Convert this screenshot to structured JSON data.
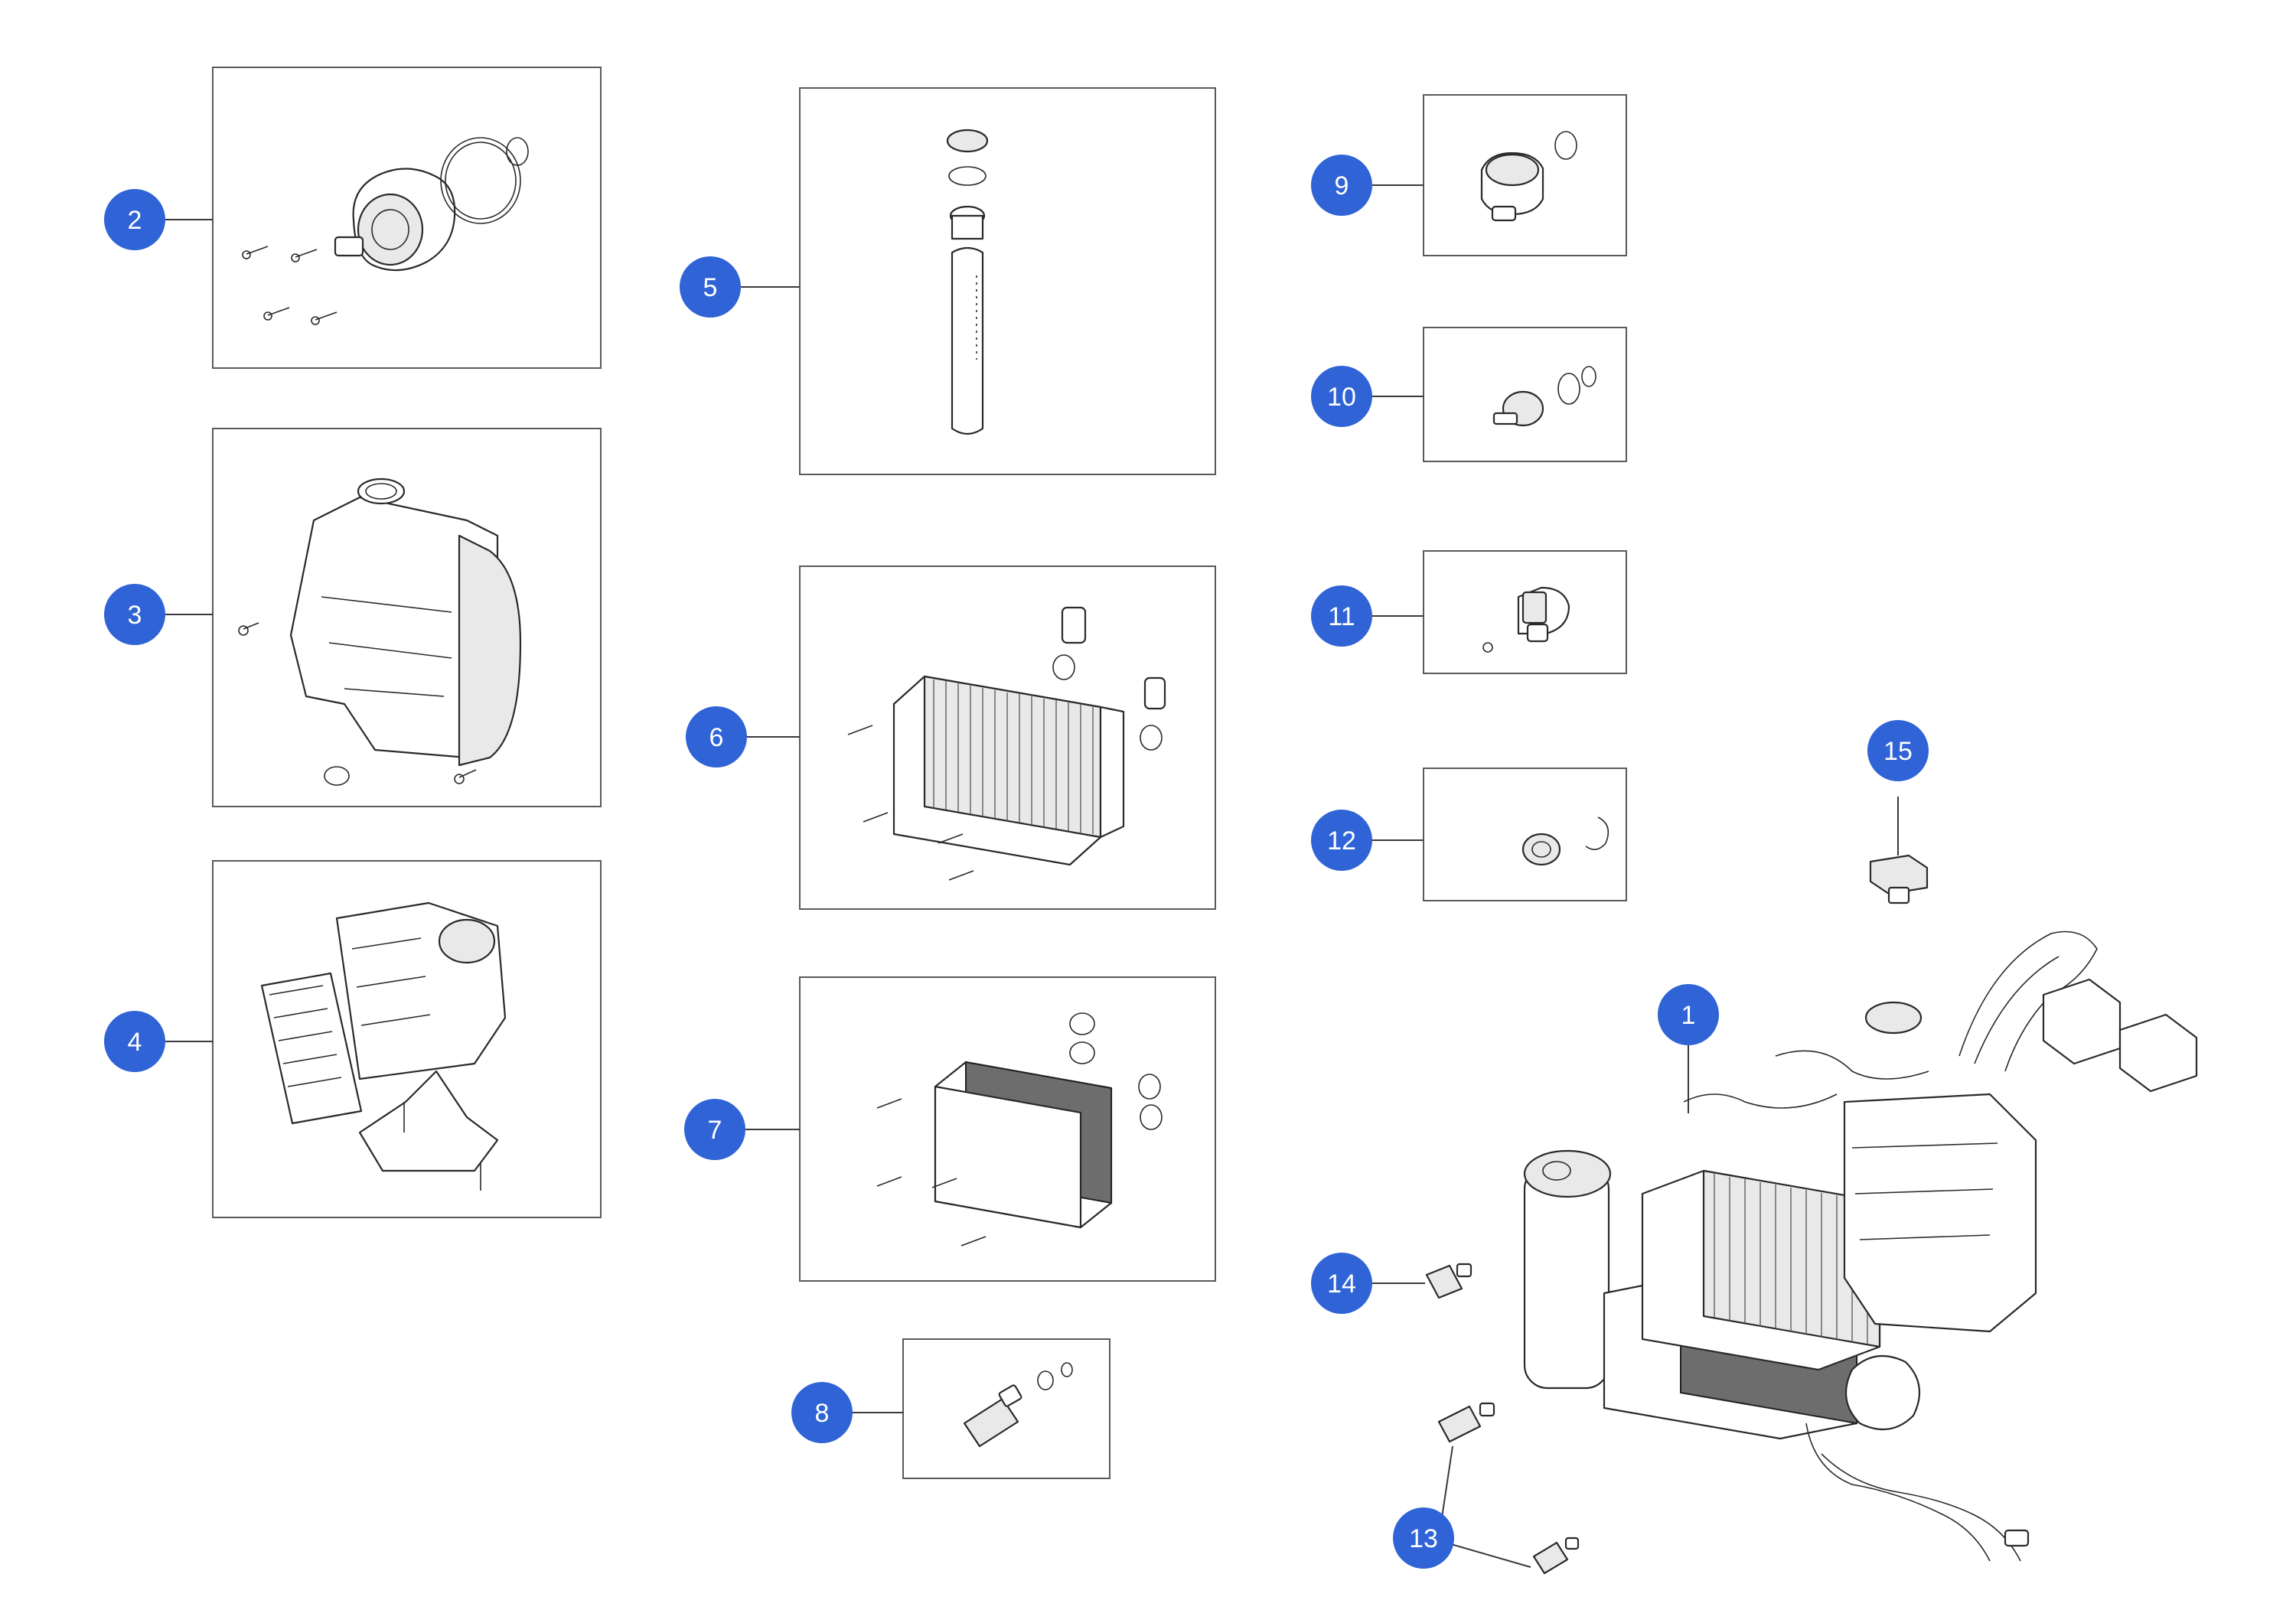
{
  "diagram": {
    "accent_color": "#2f63d6",
    "callouts": [
      {
        "id": "1",
        "label": "1"
      },
      {
        "id": "2",
        "label": "2"
      },
      {
        "id": "3",
        "label": "3"
      },
      {
        "id": "4",
        "label": "4"
      },
      {
        "id": "5",
        "label": "5"
      },
      {
        "id": "6",
        "label": "6"
      },
      {
        "id": "7",
        "label": "7"
      },
      {
        "id": "8",
        "label": "8"
      },
      {
        "id": "9",
        "label": "9"
      },
      {
        "id": "10",
        "label": "10"
      },
      {
        "id": "11",
        "label": "11"
      },
      {
        "id": "12",
        "label": "12"
      },
      {
        "id": "13",
        "label": "13"
      },
      {
        "id": "14",
        "label": "14"
      },
      {
        "id": "15",
        "label": "15"
      }
    ]
  }
}
